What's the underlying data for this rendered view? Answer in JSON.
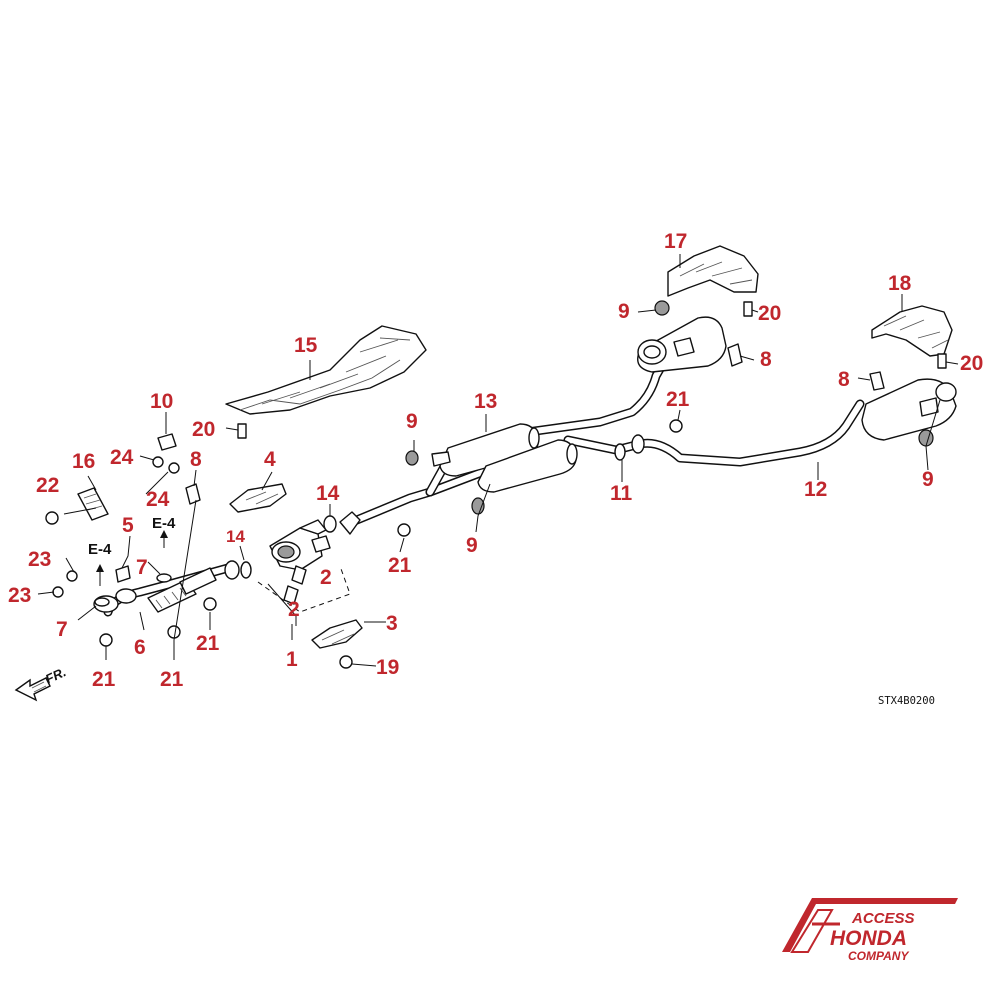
{
  "diagram": {
    "diagram_code": "STX4B0200",
    "front_indicator": "FR.",
    "reference_label": "E-4",
    "callouts": {
      "c1": "1",
      "c2a": "2",
      "c2b": "2",
      "c3": "3",
      "c4": "4",
      "c5": "5",
      "c6": "6",
      "c7a": "7",
      "c7b": "7",
      "c8a": "8",
      "c8b": "8",
      "c8c": "8",
      "c9a": "9",
      "c9b": "9",
      "c9c": "9",
      "c9d": "9",
      "c10": "10",
      "c11": "11",
      "c12": "12",
      "c13": "13",
      "c14a": "14",
      "c14b": "14",
      "c15": "15",
      "c16": "16",
      "c17": "17",
      "c18": "18",
      "c19": "19",
      "c20a": "20",
      "c20b": "20",
      "c20c": "20",
      "c21a": "21",
      "c21b": "21",
      "c21c": "21",
      "c21d": "21",
      "c21e": "21",
      "c22": "22",
      "c23a": "23",
      "c23b": "23",
      "c24a": "24",
      "c24b": "24"
    }
  },
  "branding": {
    "line1": "ACCESS",
    "line2": "HONDA",
    "line3": "COMPANY",
    "color": "#c0272d"
  },
  "colors": {
    "callout": "#c0272d",
    "line": "#111111"
  }
}
